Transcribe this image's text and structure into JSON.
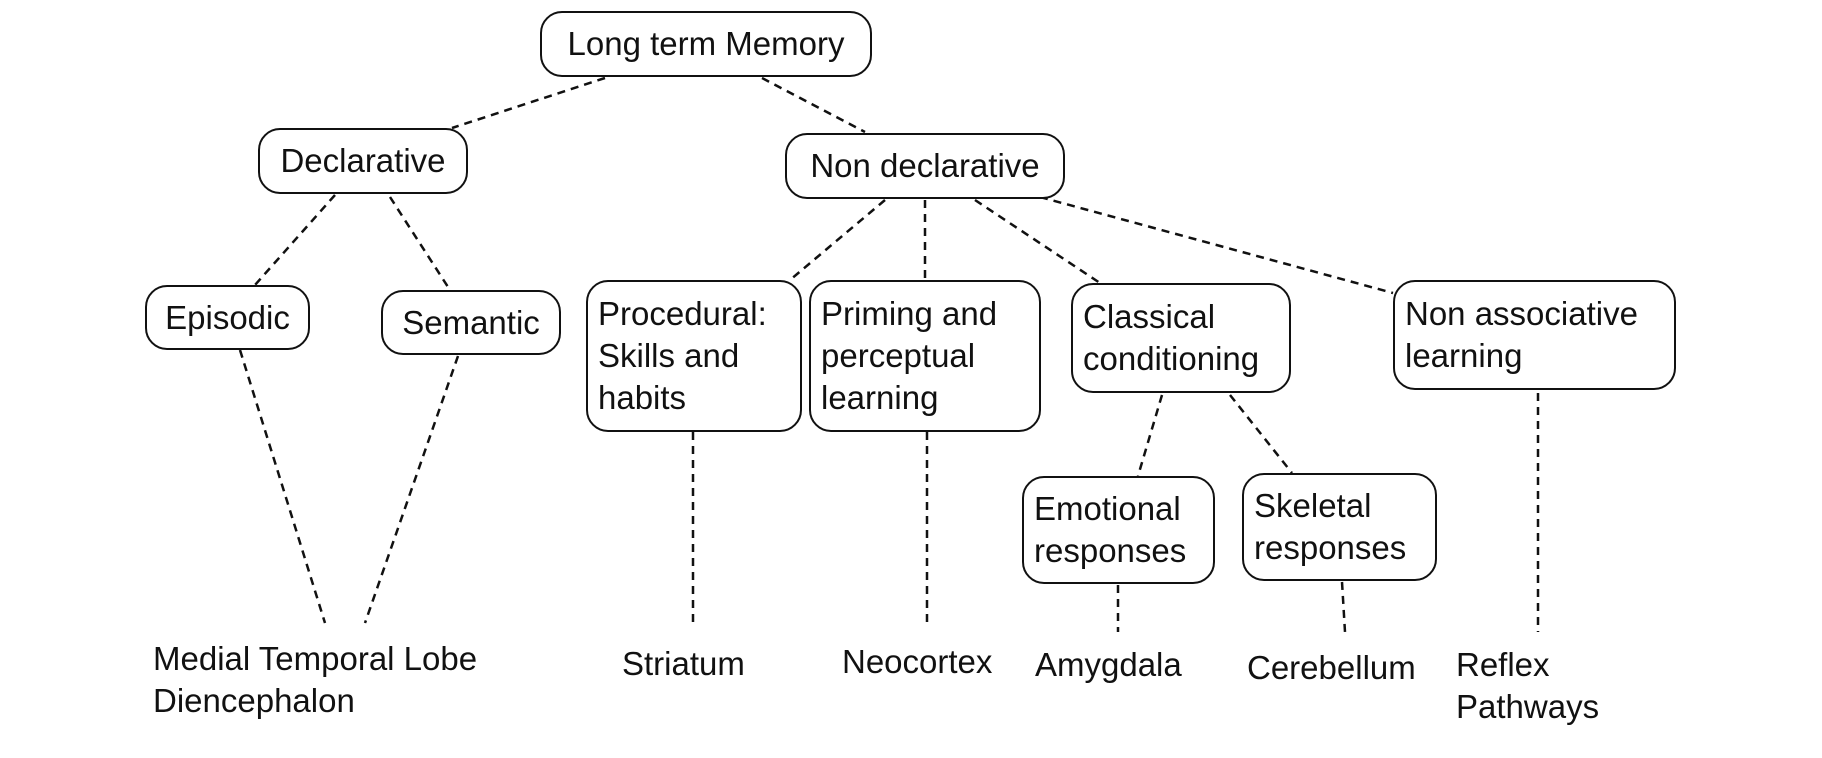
{
  "nodes": {
    "long_term_memory": "Long term Memory",
    "declarative": "Declarative",
    "non_declarative": "Non declarative",
    "episodic": "Episodic",
    "semantic": "Semantic",
    "procedural": [
      "Procedural:",
      "Skills and",
      "habits"
    ],
    "priming": [
      "Priming and",
      "perceptual",
      "learning"
    ],
    "classical": [
      "Classical",
      "conditioning"
    ],
    "non_associative": [
      "Non associative",
      "learning"
    ],
    "emotional": [
      "Emotional",
      "responses"
    ],
    "skeletal": [
      "Skeletal",
      "responses"
    ]
  },
  "regions": {
    "medial_temporal": [
      "Medial Temporal Lobe",
      "Diencephalon"
    ],
    "striatum": "Striatum",
    "neocortex": "Neocortex",
    "amygdala": "Amygdala",
    "cerebellum": "Cerebellum",
    "reflex": [
      "Reflex",
      "Pathways"
    ]
  },
  "colors": {
    "stroke": "#111111",
    "background": "#ffffff"
  }
}
